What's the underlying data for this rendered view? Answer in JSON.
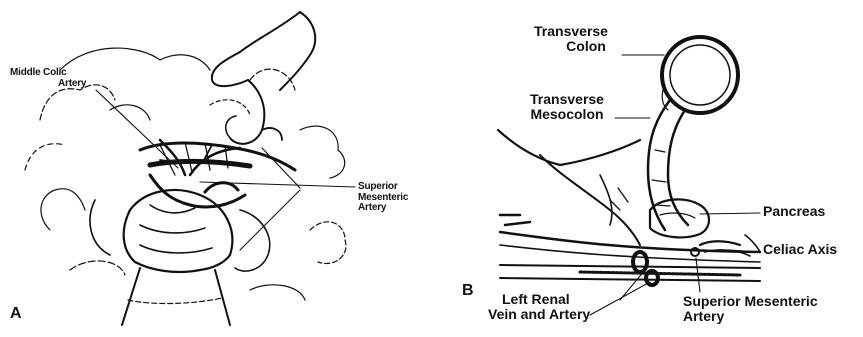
{
  "panel_a": {
    "letter": "A",
    "labels": {
      "middle_colic_line1": "Middle Colic",
      "middle_colic_line2": "Artery",
      "sma_line1": "Superior",
      "sma_line2": "Mesenteric",
      "sma_line3": "Artery"
    }
  },
  "panel_b": {
    "letter": "B",
    "labels": {
      "transverse_colon_line1": "Transverse",
      "transverse_colon_line2": "Colon",
      "transverse_mesocolon_line1": "Transverse",
      "transverse_mesocolon_line2": "Mesocolon",
      "pancreas": "Pancreas",
      "celiac_axis": "Celiac Axis",
      "left_renal_line1": "Left Renal",
      "left_renal_line2": "Vein and Artery",
      "sma_line1": "Superior Mesenteric",
      "sma_line2": "Artery"
    }
  },
  "colors": {
    "ink": "#111111",
    "paper": "#ffffff"
  }
}
